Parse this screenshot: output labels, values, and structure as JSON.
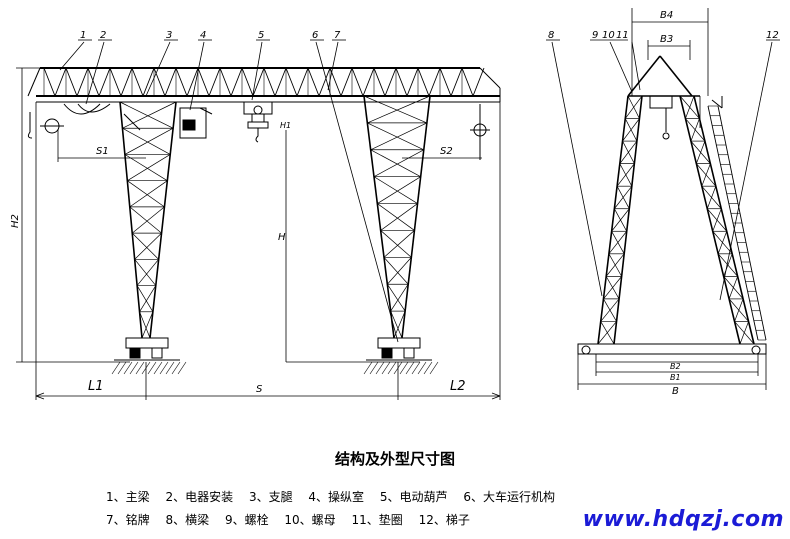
{
  "caption": "结构及外型尺寸图",
  "callouts": [
    "1",
    "2",
    "3",
    "4",
    "5",
    "6",
    "7",
    "8",
    "9",
    "10",
    "11",
    "12"
  ],
  "dimensions": {
    "H2": "H2",
    "H": "H",
    "S1": "S1",
    "S2": "S2",
    "S": "S",
    "L1": "L1",
    "L2": "L2",
    "B4": "B4",
    "B3": "B3",
    "B2": "B2",
    "B1": "B1",
    "B": "B",
    "H1": "H1"
  },
  "legend": {
    "row1": [
      "1、主梁",
      "2、电器安装",
      "3、支腿",
      "4、操纵室",
      "5、电动葫芦",
      "6、大车运行机构"
    ],
    "row2": [
      "7、铭牌",
      "8、横梁",
      "9、螺栓",
      "10、螺母",
      "11、垫圈",
      "12、梯子"
    ]
  },
  "watermark": "www.hdqzj.com"
}
